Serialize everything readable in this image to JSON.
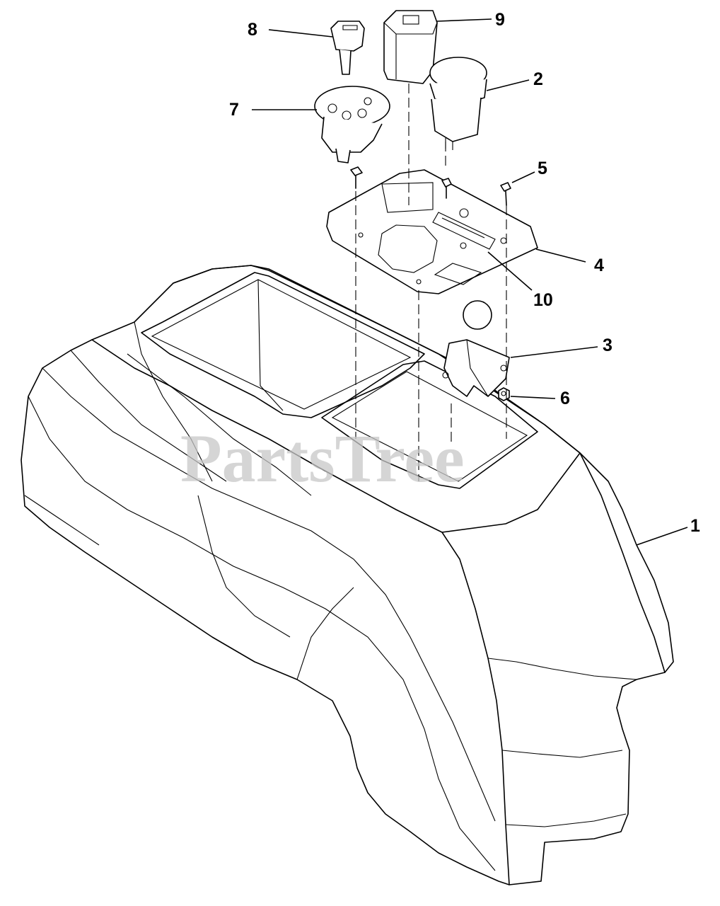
{
  "watermark": "PartsTree",
  "callouts": [
    {
      "id": "callout-8",
      "label": "8"
    },
    {
      "id": "callout-9",
      "label": "9"
    },
    {
      "id": "callout-2",
      "label": "2"
    },
    {
      "id": "callout-7",
      "label": "7"
    },
    {
      "id": "callout-5",
      "label": "5"
    },
    {
      "id": "callout-4",
      "label": "4"
    },
    {
      "id": "callout-10",
      "label": "10"
    },
    {
      "id": "callout-3",
      "label": "3"
    },
    {
      "id": "callout-6",
      "label": "6"
    },
    {
      "id": "callout-1",
      "label": "1"
    }
  ]
}
